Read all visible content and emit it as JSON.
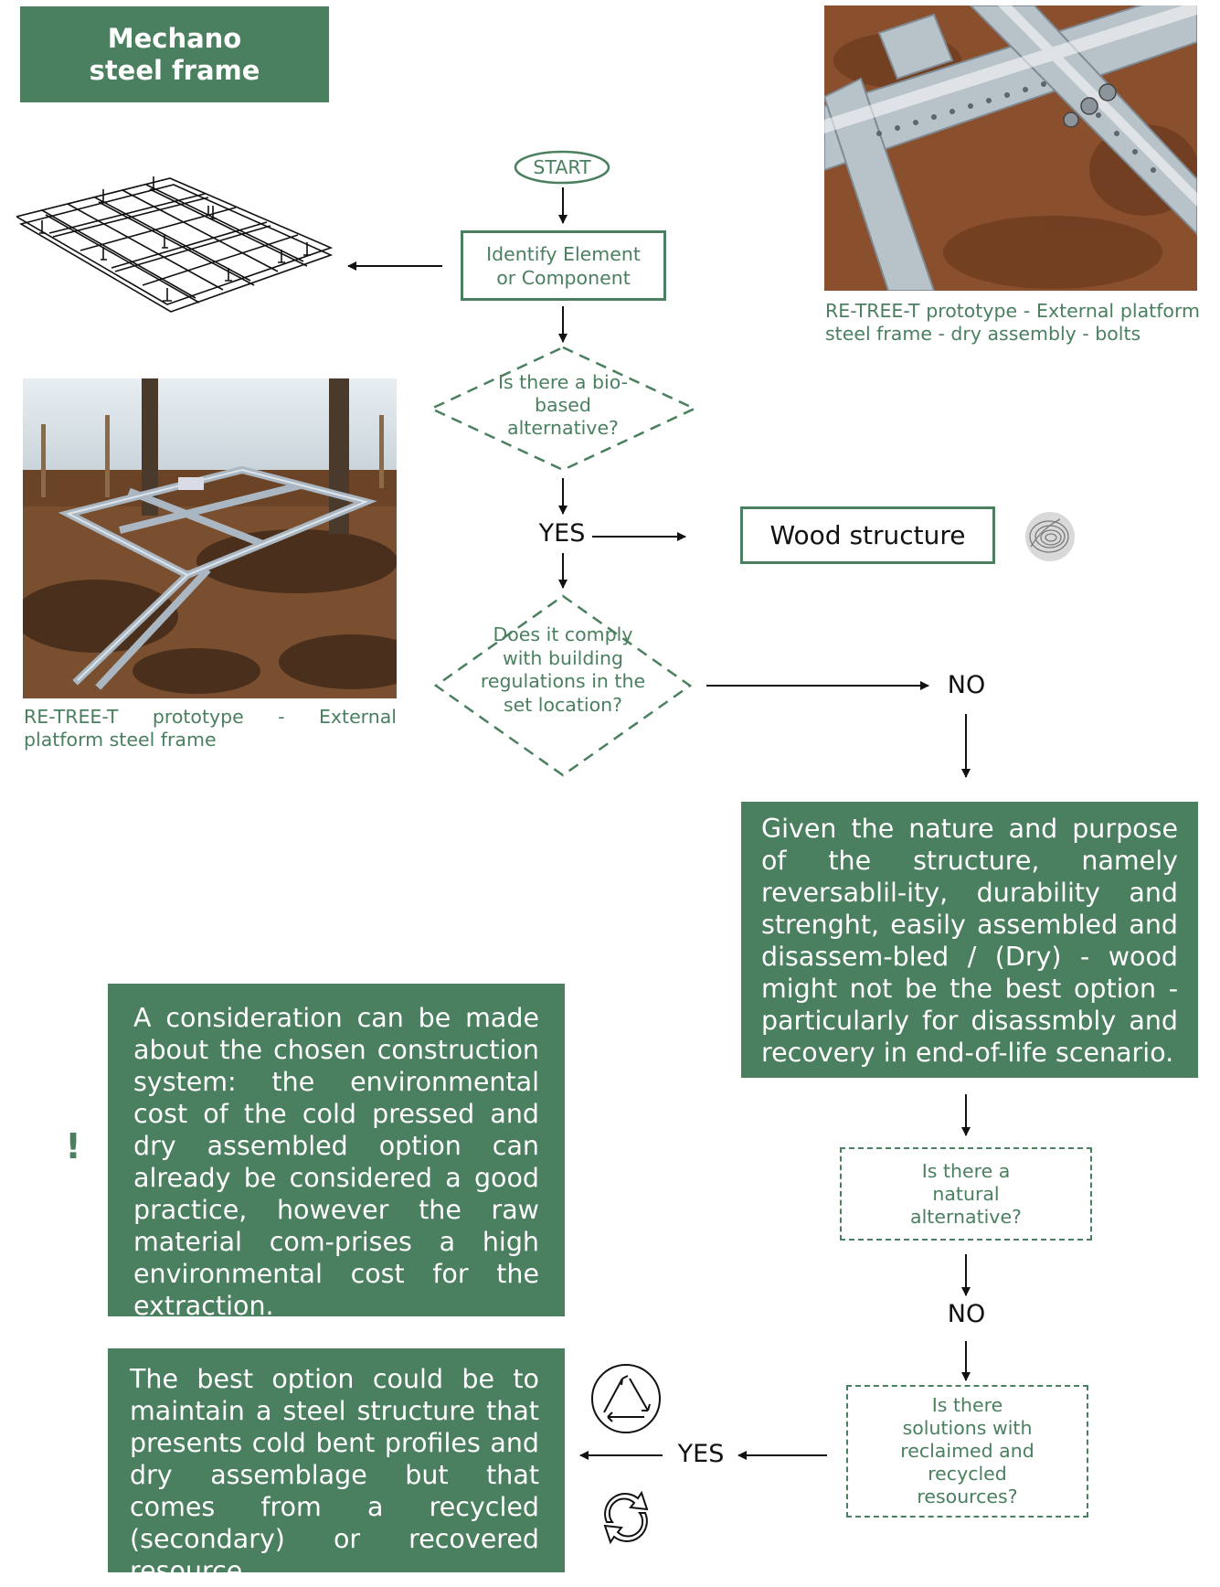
{
  "title": "Mechano steel frame",
  "flow": {
    "start": "START",
    "identify": "Identify Element or Component",
    "q_bio": "Is there a bio-based alternative?",
    "yes_1": "YES",
    "wood_structure": "Wood structure",
    "q_comply": "Does it comply with building regulations in the set location?",
    "no_1": "NO",
    "q_natural": "Is there a natural alternative?",
    "no_2": "NO",
    "q_reclaimed": "Is there solutions with reclaimed and recycled resources?",
    "yes_2": "YES"
  },
  "captions": {
    "top_photo": "RE-TREE-T prototype - External platform steel frame - dry assembly - bolts",
    "left_photo": "RE-TREE-T prototype - External platform steel frame"
  },
  "paragraphs": {
    "given_nature": "Given the nature and purpose of the structure, namely reversablil-ity, durability and strenght, easily assembled and disassem-bled / (Dry) - wood might not be the best option - particularly for disassmbly and recovery in end-of-life scenario.",
    "consideration": "A consideration can be made about the chosen construction system: the environmental cost of the cold pressed and dry assembled option can already be considered a good practice, however the raw material com-prises a high environmental cost for the extraction.",
    "best_option": "The best option could be to maintain a steel structure that presents cold bent profiles and dry assemblage but that comes from a recycled (secondary) or recovered resource."
  },
  "alert": "!",
  "icons": {
    "wood": "wood-grain-icon",
    "recycle_triangle": "recycle-triangle-icon",
    "recycle_circular": "circular-arrows-icon"
  },
  "colors": {
    "accent_green": "#4a7f5f",
    "text_dark": "#111111"
  }
}
